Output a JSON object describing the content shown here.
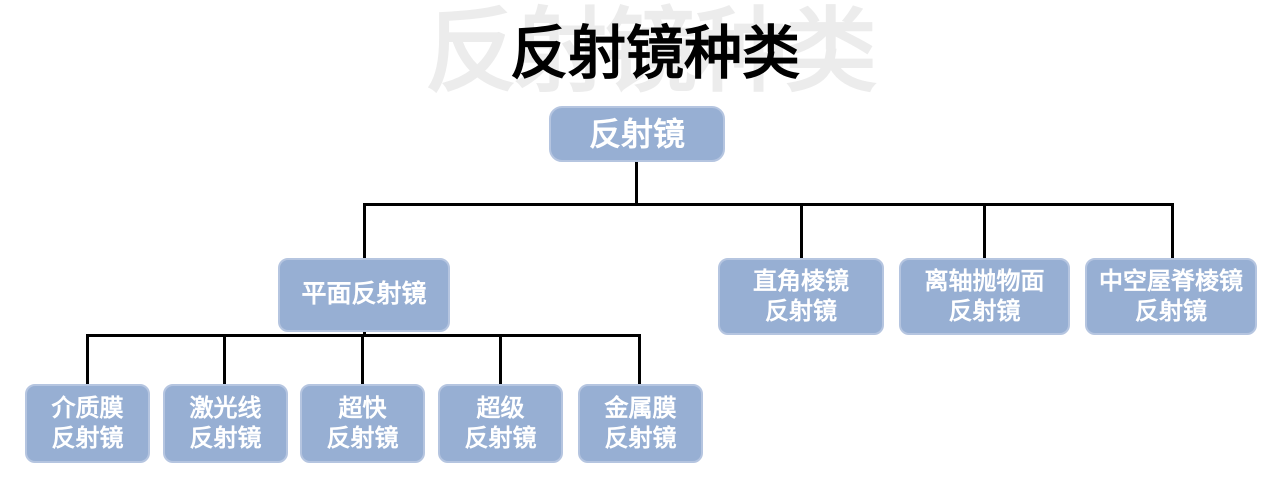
{
  "title": {
    "text": "反射镜种类",
    "ghost_text": "反射镜种类"
  },
  "colors": {
    "node_fill": "#97afd3",
    "node_border": "#b5c5e0",
    "node_text": "#ffffff",
    "connector_line": "#000000",
    "title_text": "#000000",
    "ghost_title_text": "#ececec",
    "background": "#ffffff"
  },
  "tree": {
    "root": {
      "label": "反射镜"
    },
    "level2": [
      {
        "label": "平面反射镜"
      },
      {
        "label": "直角棱镜\n反射镜"
      },
      {
        "label": "离轴抛物面\n反射镜"
      },
      {
        "label": "中空屋脊棱镜\n反射镜"
      }
    ],
    "level3": [
      {
        "label": "介质膜\n反射镜"
      },
      {
        "label": "激光线\n反射镜"
      },
      {
        "label": "超快\n反射镜"
      },
      {
        "label": "超级\n反射镜"
      },
      {
        "label": "金属膜\n反射镜"
      }
    ]
  }
}
